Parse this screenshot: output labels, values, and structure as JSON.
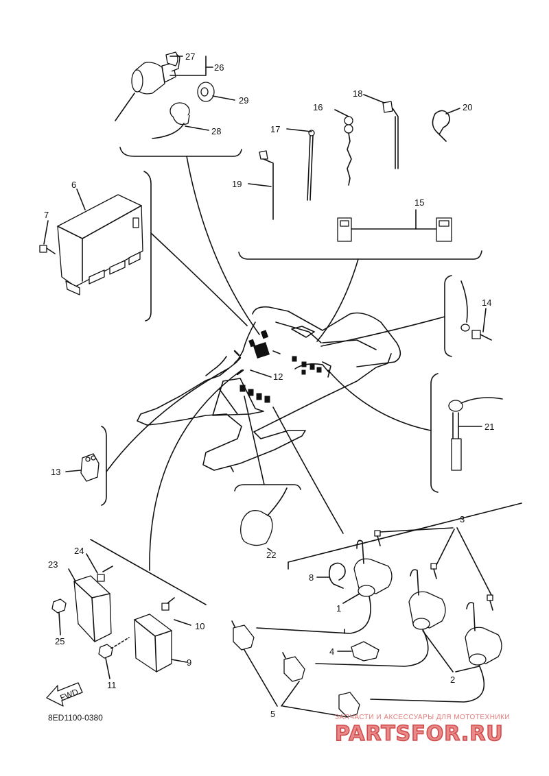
{
  "labels": {
    "p1": "1",
    "p2": "2",
    "p3": "3",
    "p4": "4",
    "p5": "5",
    "p6": "6",
    "p7": "7",
    "p8": "8",
    "p9": "9",
    "p10": "10",
    "p11": "11",
    "p12": "12",
    "p13": "13",
    "p14": "14",
    "p15": "15",
    "p16": "16",
    "p17": "17",
    "p18": "18",
    "p19": "19",
    "p20": "20",
    "p21": "21",
    "p22": "22",
    "p23": "23",
    "p24": "24",
    "p25": "25",
    "p26": "26",
    "p27": "27",
    "p28": "28",
    "p29": "29"
  },
  "fwd_label": "FWD",
  "diagram_code": "8ED1100-0380",
  "watermark": {
    "tagline": "ЗАПЧАСТИ И АКСЕССУАРЫ ДЛЯ МОТОТЕХНИКИ",
    "brand": "PARTSFOR.RU",
    "color": "#e57a7a"
  }
}
